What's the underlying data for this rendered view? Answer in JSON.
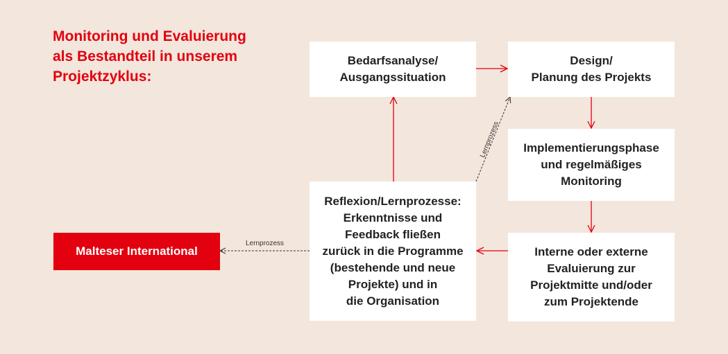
{
  "title": {
    "lines": [
      "Monitoring und Evaluierung",
      "als Bestandteil in unserem",
      "Projektzyklus:"
    ]
  },
  "boxes": {
    "bedarfsanalyse": [
      "Bedarfsanalyse/",
      "Ausgangssituation"
    ],
    "design": [
      "Design/",
      "Planung des Projekts"
    ],
    "implementierung": [
      "Implementierungsphase",
      "und regelmäßiges",
      "Monitoring"
    ],
    "evaluierung": [
      "Interne oder externe",
      "Evaluierung zur",
      "Projektmitte und/oder",
      "zum Projektende"
    ],
    "reflexion": [
      "Reflexion/Lernprozesse:",
      "Erkenntnisse und",
      "Feedback fließen",
      "zurück in die Programme",
      "(bestehende und neue",
      "Projekte) und in",
      "die Organisation"
    ],
    "malteser": [
      "Malteser International"
    ]
  },
  "labels": {
    "lernprozess_diagonal": "Lernprozess",
    "lernprozess_horizontal": "Lernprozess"
  },
  "colors": {
    "accent": "#e3000f",
    "background": "#f3e6dc",
    "box": "#ffffff"
  }
}
